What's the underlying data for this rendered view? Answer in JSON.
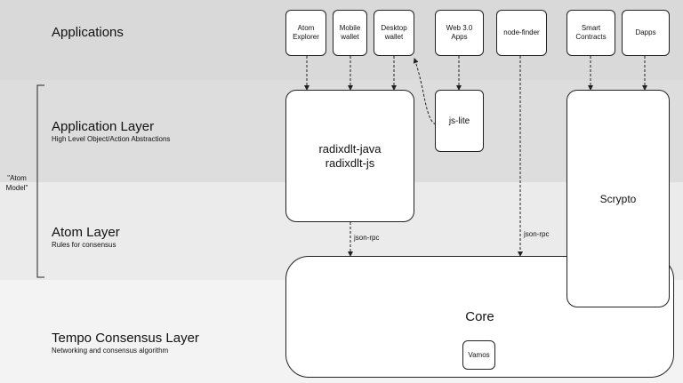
{
  "layers": {
    "applications": {
      "title": "Applications"
    },
    "application_layer": {
      "title": "Application Layer",
      "subtitle": "High Level Object/Action Abstractions"
    },
    "atom_layer": {
      "title": "Atom Layer",
      "subtitle": "Rules for consensus"
    },
    "tempo_layer": {
      "title": "Tempo Consensus Layer",
      "subtitle": "Networking and consensus algorithm"
    }
  },
  "atom_model_label": "\"Atom\nModel\"",
  "apps": {
    "atom_explorer": "Atom\nExplorer",
    "mobile_wallet": "Mobile\nwallet",
    "desktop_wallet": "Desktop\nwallet",
    "web3_apps": "Web 3.0\nApps",
    "node_finder": "node-finder",
    "smart_contracts": "Smart\nContracts",
    "dapps": "Dapps"
  },
  "boxes": {
    "radix_libs": "radixdlt-java\nradixdlt-js",
    "js_lite": "js-lite",
    "scrypto": "Scrypto",
    "core": "Core",
    "vamos": "Vamos"
  },
  "edge_labels": {
    "json_rpc_left": "json-rpc",
    "json_rpc_right": "json-rpc"
  }
}
